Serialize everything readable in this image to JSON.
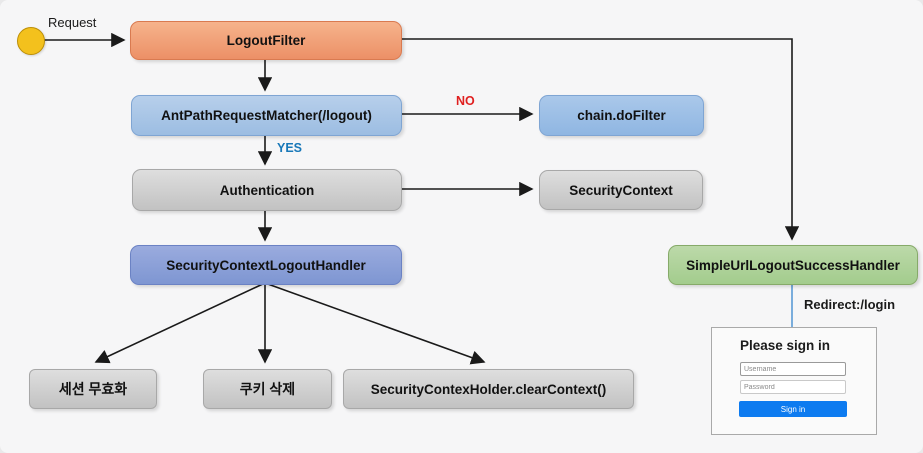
{
  "diagram": {
    "start_label": "Request",
    "nodes": {
      "logout_filter": "LogoutFilter",
      "ant_path_matcher": "AntPathRequestMatcher(/logout)",
      "chain_do_filter": "chain.doFilter",
      "authentication": "Authentication",
      "security_context": "SecurityContext",
      "logout_handler": "SecurityContextLogoutHandler",
      "session_invalidate": "세션 무효화",
      "cookie_delete": "쿠키 삭제",
      "clear_context": "SecurityContexHolder.clearContext()",
      "success_handler": "SimpleUrlLogoutSuccessHandler"
    },
    "edge_labels": {
      "no": "NO",
      "yes": "YES",
      "redirect": "Redirect:/login"
    },
    "colors": {
      "no_label": "#e02020",
      "yes_label": "#1878b8",
      "start_node": "#f3c11d",
      "logout_filter_fill": "#ec9067",
      "matcher_fill": "#9cbde2",
      "handler_fill": "#7e96d2",
      "success_fill": "#a3cc8d",
      "connector_to_login": "#5b9bd5"
    }
  },
  "login_form": {
    "title": "Please sign in",
    "username_placeholder": "Username",
    "password_placeholder": "Password",
    "sign_in_label": "Sign in",
    "button_color": "#0d7bf0"
  }
}
